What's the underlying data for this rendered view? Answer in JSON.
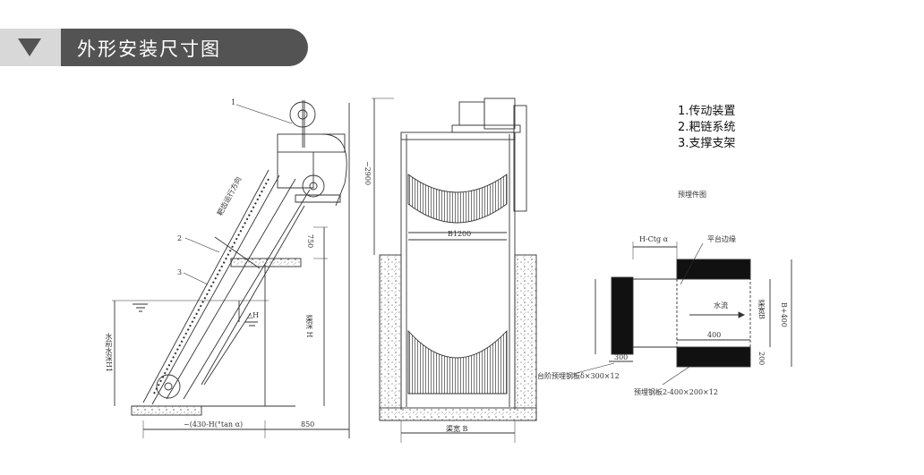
{
  "header": {
    "title": "外形安装尺寸图"
  },
  "legend": {
    "items": [
      "1.传动装置",
      "2.耙链系统",
      "3.支撑支架"
    ]
  },
  "side_view": {
    "part_1": "1",
    "part_2": "2",
    "part_3": "3",
    "rake_direction": "耙齿运行方向",
    "dim_750": "750",
    "channel_depth": "渠深 H",
    "water_depth": "水前水深H1",
    "water_level": "△H",
    "dim_bottom": "~(430-H(°tan α)",
    "dim_850": "850"
  },
  "front_view": {
    "dim_2900": "~2900",
    "width_b1": "B1200",
    "channel_width": "渠宽 B"
  },
  "embed_view": {
    "title": "预埋件图",
    "dim_top": "H-Ctg α",
    "platform_edge": "平台边缘",
    "water_flow": "水流",
    "dim_400_h": "400",
    "channel_width_b": "渠宽B",
    "dim_b400": "B+400",
    "dim_200": "200",
    "dim_300": "300",
    "embed_plate_1": "台阶预埋钢板δ×300×12",
    "embed_plate_2": "预埋钢板2-400×200×12"
  }
}
